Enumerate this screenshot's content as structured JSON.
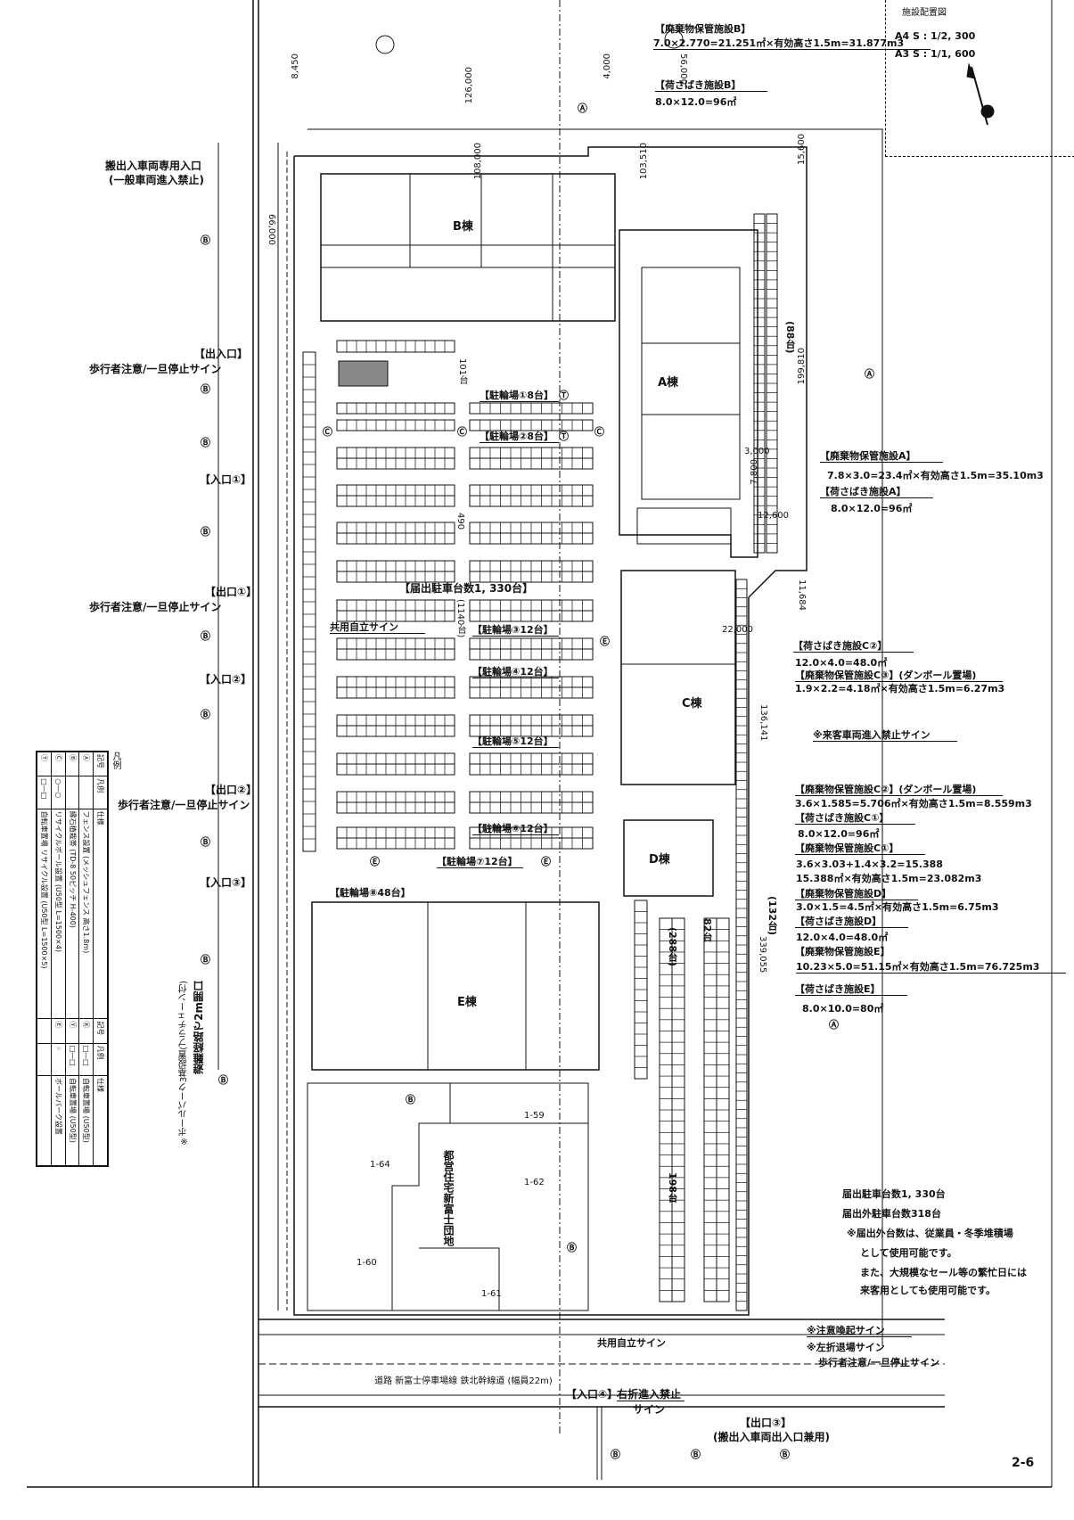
{
  "sheet": {
    "page_number": "2-6",
    "scale_title": "施設配置図",
    "scale_a4": "A4  S : 1/2, 300",
    "scale_a3": "A3  S : 1/1, 600"
  },
  "buildings": {
    "a": "A棟",
    "b": "B棟",
    "c": "C棟",
    "d": "D棟",
    "e": "E棟",
    "housing": "都営住宅新富士団地",
    "housing_lots": [
      "1-59",
      "1-64",
      "1-62",
      "1-60",
      "1-61"
    ]
  },
  "left_labels": {
    "truck_entrance": "搬出入車両専用入口",
    "truck_entrance_note": "(一般車両進入禁止)",
    "entrance_exit": "【出入口】",
    "pedestrian_sign": "歩行者注意/一旦停止サイン",
    "entrance_1": "【入口①】",
    "exit_1": "【出口①】",
    "entrance_2": "【入口②】",
    "exit_2": "【出口②】",
    "entrance_3": "【入口③】",
    "evac_route": "避難経路で2m開口",
    "bollard_note": "※ボールパーク3基設置(プラチェーン付)"
  },
  "facilities": {
    "waste_b_title": "【廃棄物保管施設B】",
    "waste_b_calc": "7.0×2.770=21.251㎡×有効高さ1.5m=31.877m3",
    "loading_b_title": "【荷さばき施設B】",
    "loading_b_calc": "8.0×12.0=96㎡",
    "waste_a_title": "【廃棄物保管施設A】",
    "waste_a_calc": "7.8×3.0=23.4㎡×有効高さ1.5m=35.10m3",
    "loading_a_title": "【荷さばき施設A】",
    "loading_a_calc": "8.0×12.0=96㎡",
    "loading_c2_title": "【荷さばき施設C②】",
    "loading_c2_calc": "12.0×4.0=48.0㎡",
    "waste_c3_title": "【廃棄物保管施設C③】(ダンボール置場)",
    "waste_c3_calc": "1.9×2.2=4.18㎡×有効高さ1.5m=6.27m3",
    "visitor_no_entry": "※来客車両進入禁止サイン",
    "waste_c2_title": "【廃棄物保管施設C②】(ダンボール置場)",
    "waste_c2_calc": "3.6×1.585=5.706㎡×有効高さ1.5m=8.559m3",
    "loading_c1_title": "【荷さばき施設C①】",
    "loading_c1_calc": "8.0×12.0=96㎡",
    "waste_c1_title": "【廃棄物保管施設C①】",
    "waste_c1_calc1": "3.6×3.03+1.4×3.2=15.388",
    "waste_c1_calc2": "15.388㎡×有効高さ1.5m=23.082m3",
    "waste_d_title": "【廃棄物保管施設D】",
    "waste_d_calc": "3.0×1.5=4.5㎡×有効高さ1.5m=6.75m3",
    "loading_d_title": "【荷さばき施設D】",
    "loading_d_calc": "12.0×4.0=48.0㎡",
    "waste_e_title": "【廃棄物保管施設E】",
    "waste_e_calc": "10.23×5.0=51.15㎡×有効高さ1.5m=76.725m3",
    "loading_e_title": "【荷さばき施設E】",
    "loading_e_calc": "8.0×10.0=80㎡"
  },
  "parking": {
    "count_101": "101台",
    "bike_1": "【駐輪場①8台】",
    "bike_2": "【駐輪場②8台】",
    "bike_3": "【駐輪場③12台】",
    "bike_4": "【駐輪場④12台】",
    "bike_5": "【駐輪場⑤12台】",
    "bike_6": "【駐輪場⑥12台】",
    "bike_7": "【駐輪場⑦12台】",
    "bike_8": "【駐輪場⑧48台】",
    "count_490": "490",
    "declared_total": "【届出駐車台数1, 330台】",
    "count_1140": "(1140台)",
    "shared_sign": "共用自立サイン",
    "count_88": "(88台)",
    "count_132": "(132台)",
    "count_288": "(288台)",
    "count_82": "82台",
    "count_198": "198台"
  },
  "dimensions": [
    "8,450",
    "126,000",
    "4,000",
    "56,000",
    "108,000",
    "103,510",
    "15,600",
    "199,810",
    "66,000",
    "136,141",
    "22,000",
    "3,000",
    "7,800",
    "12,600",
    "11,684",
    "339,055"
  ],
  "notes": {
    "declared": "届出駐車台数1, 330台",
    "undeclared": "届出外駐車台数318台",
    "note1": "※届出外台数は、従業員・冬季堆積場",
    "note2": "として使用可能です。",
    "note3": "また、大規模なセール等の繁忙日には",
    "note4": "来客用としても使用可能です。"
  },
  "bottom_labels": {
    "caution_sign": "※注意喚起サイン",
    "left_turn_sign": "※左折退場サイン",
    "pedestrian_sign": "歩行者注意/一旦停止サイン",
    "shared_sign": "共用自立サイン",
    "entrance_4": "【入口④】",
    "no_right_turn": "右折進入禁止",
    "no_right_turn_sign": "サイン",
    "exit_3": "【出口③】",
    "exit_3_note": "(搬出入車両出入口兼用)",
    "road_name": "道路  新富士停車場線  鉄北幹線道 (幅員22m)"
  },
  "legend": {
    "title": "凡例",
    "col_symbol": "記号",
    "col_legend": "凡例",
    "col_spec": "仕様",
    "rows": [
      {
        "symbol": "Ⓐ",
        "spec": "フェンス設置 (メッシュフェンス 高さ1.8m)"
      },
      {
        "symbol": "Ⓑ",
        "spec": "縁石植栽帯 (TD-8 50ピッチ H-400)"
      },
      {
        "symbol": "Ⓒ",
        "spec": "リサイクルボール設置 (U50型 L=1500×4)"
      },
      {
        "symbol": "Ⓣ",
        "spec": "自転車置場 リサイクル設置 (U50型 L=1500×5)"
      }
    ],
    "rows2": [
      {
        "symbol": "Ⓚ",
        "spec": "自転車置場 (U50型)"
      },
      {
        "symbol": "Ⓨ",
        "spec": "自転車置場 (U50型)"
      },
      {
        "symbol": "Ⓔ",
        "spec": "ボールパーク設置"
      }
    ]
  },
  "markers": {
    "a": "Ⓐ",
    "b": "Ⓑ",
    "c": "Ⓒ",
    "t": "Ⓣ",
    "e": "Ⓔ"
  }
}
